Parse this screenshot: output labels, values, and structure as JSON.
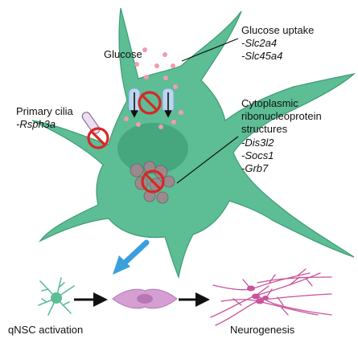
{
  "labels": {
    "glucose": "Glucose",
    "glucose_uptake": {
      "title": "Glucose uptake",
      "genes": [
        "-Slc2a4",
        "-Slc45a4"
      ]
    },
    "primary_cilia": {
      "title": "Primary cilia",
      "genes": [
        "-Rsph3a"
      ]
    },
    "rnp": {
      "title_lines": [
        "Cytoplasmic",
        "ribonucleoprotein",
        "structures"
      ],
      "genes": [
        "-Dis3l2",
        "-Socs1",
        "-Grb7"
      ]
    },
    "qnsc_activation": "qNSC activation",
    "neurogenesis": "Neurogenesis"
  },
  "colors": {
    "cell_fill": "#5dbd94",
    "cell_stroke": "#3f9c75",
    "nucleus": "#46a67e",
    "glucose_dot": "#f29bb0",
    "no_sign": "#d62828",
    "transporter": "#b8d7ef",
    "blue_arrow": "#3aa0dc",
    "progenitor": "#d59fd3",
    "neuron": "#c9529a",
    "qnsc": "#5dbd94",
    "rnp_granule": "#9a8a8e"
  },
  "icons": [
    "no-entry-icon",
    "glucose-transporter-icon",
    "primary-cilium-icon",
    "rnp-granule-icon",
    "arrow-icon"
  ]
}
